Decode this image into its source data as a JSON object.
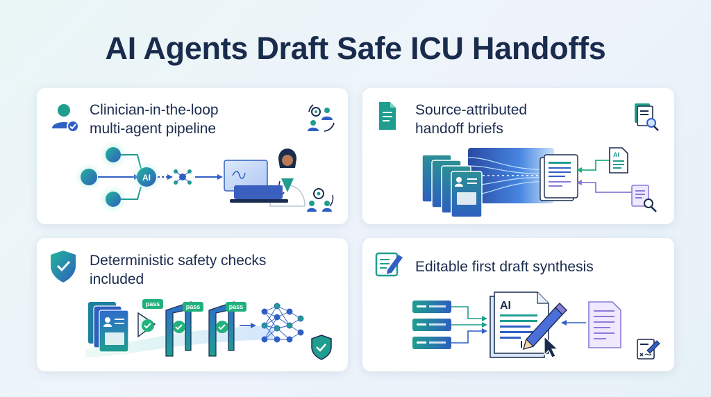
{
  "page": {
    "title": "AI Agents Draft Safe ICU Handoffs"
  },
  "cards": [
    {
      "id": "pipeline",
      "title_line1": "Clinician-in-the-loop",
      "title_line2": "multi-agent pipeline",
      "icons": [
        "clinician-check-icon",
        "gear-people-cycle-icon",
        "gear-people-icon",
        "doctor-laptop-icon"
      ],
      "node_label": "AI"
    },
    {
      "id": "source",
      "title_line1": "Source-attributed",
      "title_line2": "handoff briefs",
      "icons": [
        "document-icon",
        "document-search-icon",
        "ai-document-icon",
        "search-document-icon"
      ],
      "doc_label": "AI"
    },
    {
      "id": "safety",
      "title_line1": "Deterministic safety checks",
      "title_line2": "included",
      "icons": [
        "shield-check-icon",
        "shield-check-badge-icon",
        "neural-network-icon"
      ],
      "gate_label": "pass"
    },
    {
      "id": "draft",
      "title_line1": "Editable first draft synthesis",
      "icons": [
        "edit-document-icon",
        "pen-icon",
        "cursor-icon",
        "signature-document-icon"
      ],
      "doc_label": "AI"
    }
  ],
  "colors": {
    "navy": "#1a2c4d",
    "teal": "#1f9e8f",
    "blue": "#2f5fc4",
    "green": "#22b07d",
    "purple": "#8a7bd8"
  }
}
